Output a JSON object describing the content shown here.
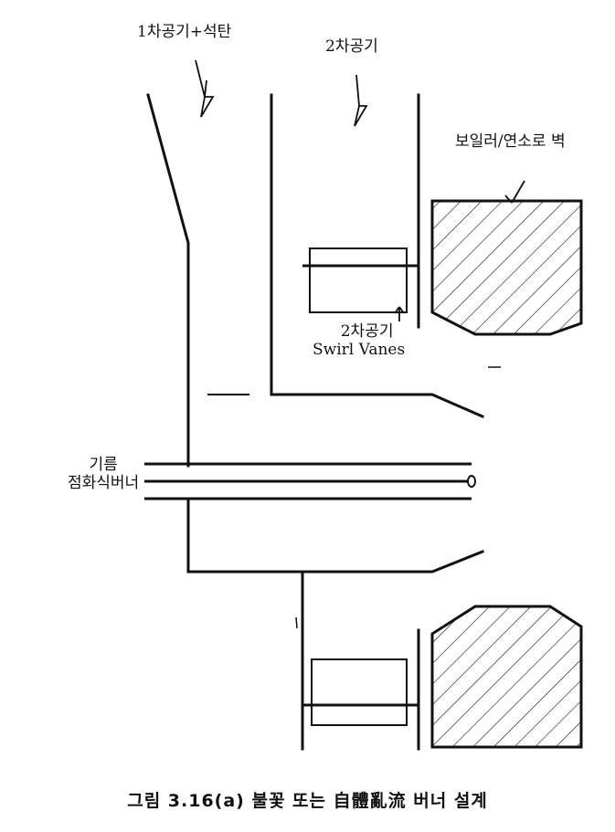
{
  "labels": {
    "primary_air_coal": "1차공기+석탄",
    "secondary_air": "2차공기",
    "boiler_wall": "보일러/연소로 벽",
    "swirl_vanes_line1": "2차공기",
    "swirl_vanes_line2": "Swirl Vanes",
    "oil_ignition_line1": "기름",
    "oil_ignition_line2": "점화식버너"
  },
  "caption": "그림 3.16(a)  불꽃 또는 自體亂流 버너 설계"
}
